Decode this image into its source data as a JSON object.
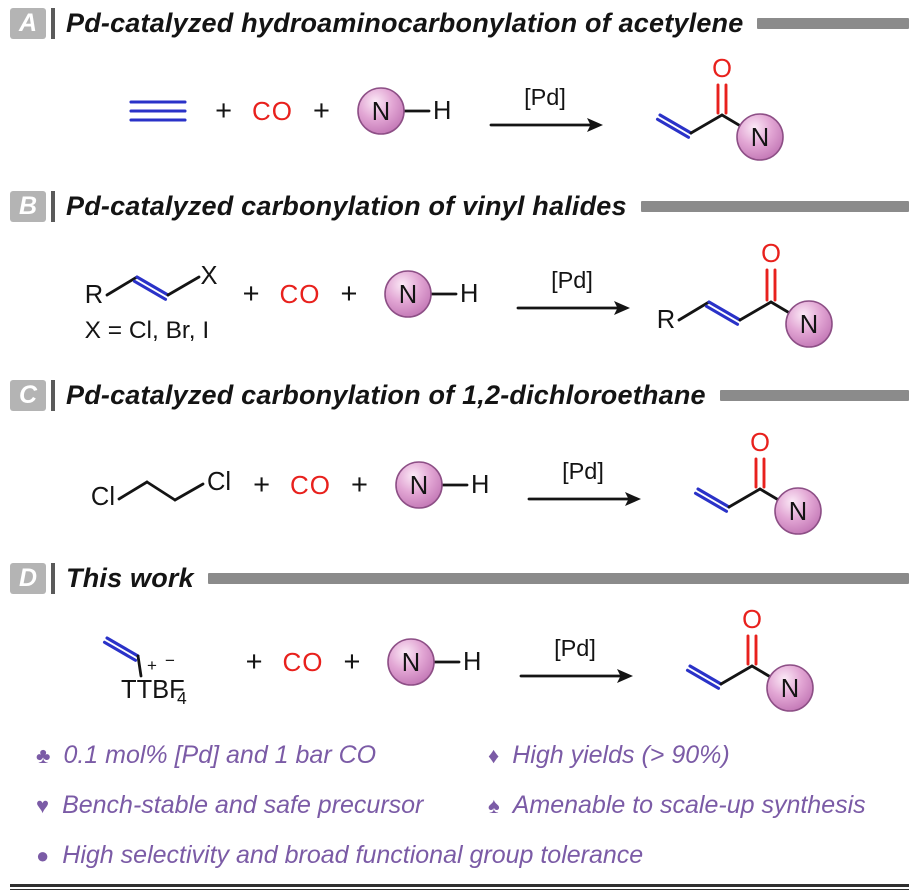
{
  "colors": {
    "blue": "#2a32c8",
    "red": "#e8211d",
    "purple": "#7b5ba6",
    "ink": "#141414",
    "gray-badge": "#b4b4b4",
    "gray-bar": "#8b8b8b",
    "divider": "#5a5a5a",
    "sphere-hi": "#fbe9f6",
    "sphere-mid": "#e2a6d4",
    "sphere-lo": "#bf72b2",
    "sphere-edge": "#8d4f86"
  },
  "panels": [
    {
      "letter": "A",
      "title": "Pd-catalyzed hydroaminocarbonylation of acetylene"
    },
    {
      "letter": "B",
      "title": "Pd-catalyzed carbonylation of vinyl halides"
    },
    {
      "letter": "C",
      "title": "Pd-catalyzed carbonylation of 1,2-dichloroethane"
    },
    {
      "letter": "D",
      "title": "This work"
    }
  ],
  "labels": {
    "plus": "+",
    "co": "CO",
    "n": "N",
    "h": "H",
    "o": "O",
    "catalyst": "[Pd]",
    "r": "R",
    "x": "X",
    "halide_note": "X = Cl, Br, I",
    "cl": "Cl",
    "plus_charge": "+",
    "minus_charge": "−",
    "salt_main": "TTBF",
    "salt_sub": "4"
  },
  "bullets": [
    {
      "icon": "♣",
      "text": "0.1 mol% [Pd] and 1 bar CO"
    },
    {
      "icon": "♦",
      "text": "High yields (> 90%)"
    },
    {
      "icon": "♥",
      "text": "Bench-stable and safe precursor"
    },
    {
      "icon": "♠",
      "text": "Amenable to scale-up synthesis"
    },
    {
      "icon": "●",
      "text": "High selectivity and broad functional group tolerance"
    }
  ]
}
